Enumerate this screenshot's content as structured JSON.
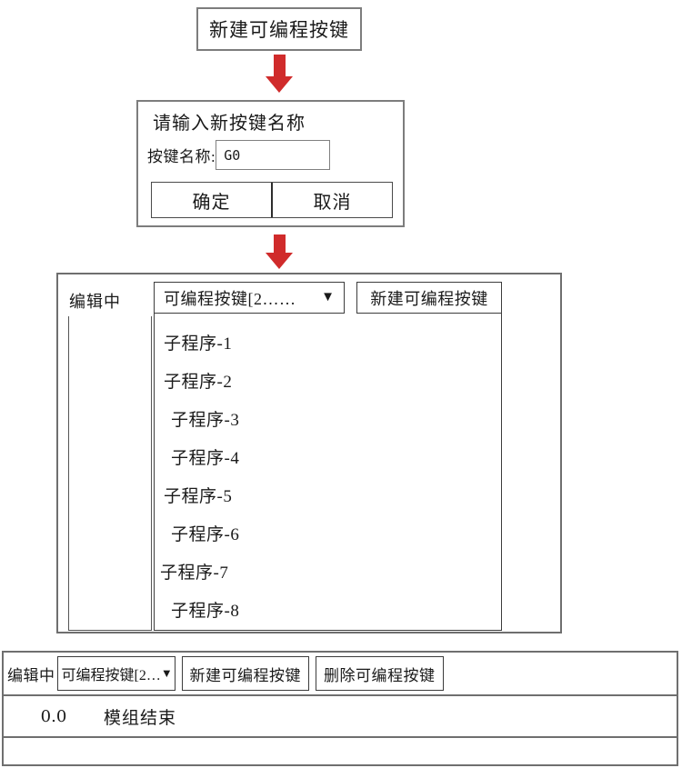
{
  "flow": {
    "step1": {
      "new_button_label": "新建可编程按键"
    },
    "arrow_color": "#d02b2b",
    "dialog": {
      "title": "请输入新按键名称",
      "field_label": "按键名称:",
      "field_value": "G0",
      "confirm_label": "确定",
      "cancel_label": "取消"
    },
    "panel": {
      "editing_label": "编辑中",
      "dropdown_value": "可编程按键[2……",
      "dropdown_caret": "▼",
      "new_button_label": "新建可编程按键",
      "dropdown_items": [
        "子程序-1",
        "子程序-2",
        "子程序-3",
        "子程序-4",
        "子程序-5",
        "子程序-6",
        "子程序-7",
        "子程序-8"
      ]
    },
    "bottom": {
      "editing_label": "编辑中",
      "dropdown_value": "可编程按键[2…",
      "dropdown_caret": "▼",
      "new_button_label": "新建可编程按键",
      "delete_button_label": "删除可编程按键",
      "program_row": {
        "line_number": "0.0",
        "line_text": "模组结束"
      }
    }
  }
}
